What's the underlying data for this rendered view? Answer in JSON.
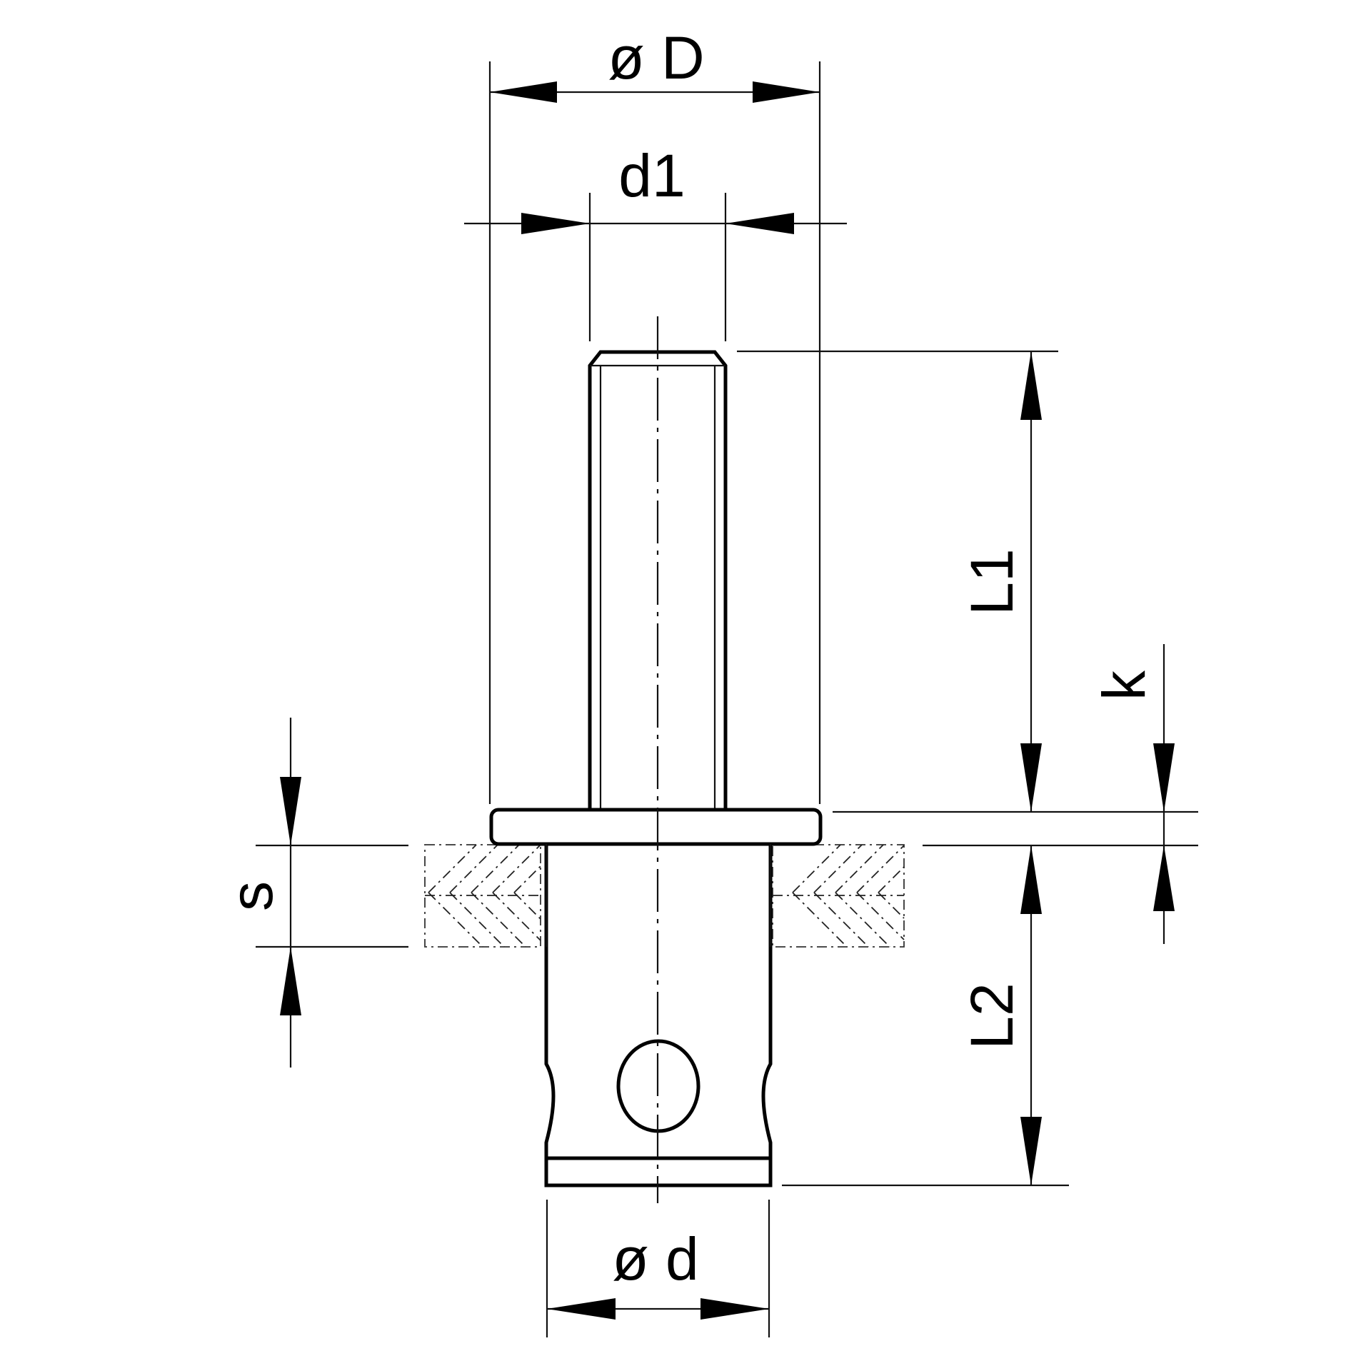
{
  "labels": {
    "outer_diameter": "ø D",
    "thread_diameter": "d1",
    "shank_diameter": "ø d",
    "length_1": "L1",
    "length_2": "L2",
    "collar_thickness": "k",
    "plate_thickness": "s"
  }
}
